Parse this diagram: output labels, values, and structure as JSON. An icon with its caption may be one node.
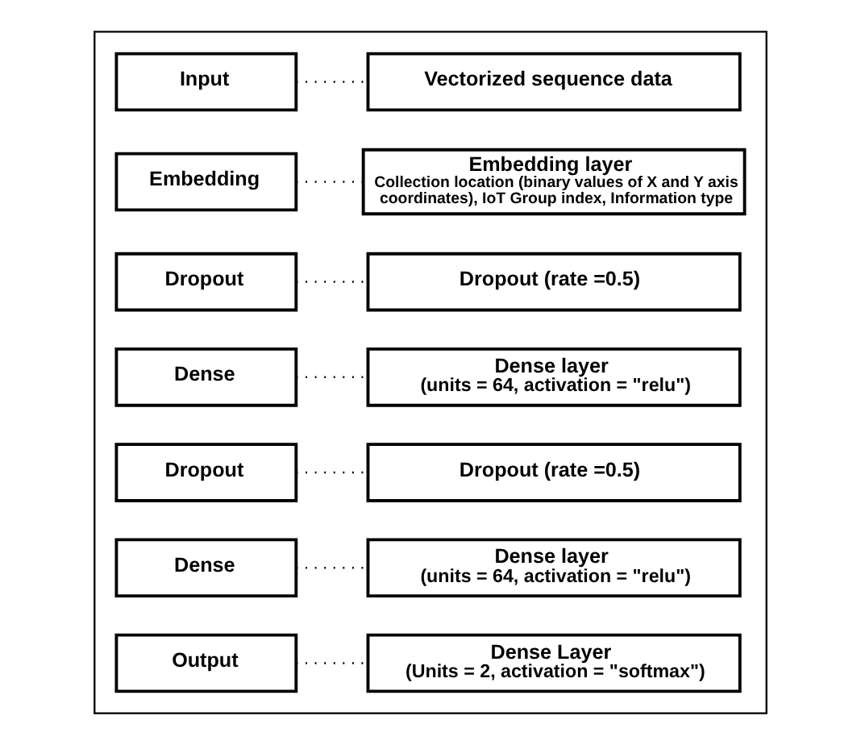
{
  "diagram": {
    "nodes": [
      {
        "text": [],
        "shape": "box"
      },
      {
        "text": [
          "Input"
        ],
        "in": 0
      },
      {
        "text": [
          "Vectorized sequence data"
        ],
        "in": 0
      },
      {
        "text": [
          "Embedding"
        ],
        "in": 0
      },
      {
        "text": [
          "Embedding layer",
          "Collection location (binary values of X and Y axis coordinates), IoT Group index, Information type"
        ],
        "in": 0
      },
      {
        "text": [
          "Dropout"
        ],
        "in": 0
      },
      {
        "text": [
          "Dropout (rate =0.5)"
        ],
        "in": 0
      },
      {
        "text": [
          "Dense"
        ],
        "in": 0
      },
      {
        "text": [
          "Dense layer",
          "(units = 64, activation = \"relu\")"
        ],
        "in": 0
      },
      {
        "text": [
          "Dropout"
        ],
        "in": 0
      },
      {
        "text": [
          "Dropout (rate =0.5)"
        ],
        "in": 0
      },
      {
        "text": [
          "Dense"
        ],
        "in": 0
      },
      {
        "text": [
          "Dense layer",
          "(units = 64, activation = \"relu\")"
        ],
        "in": 0
      },
      {
        "text": [
          "Output"
        ],
        "in": 0
      },
      {
        "text": [
          "Dense Layer",
          "(Units = 2, activation = \"softmax\")"
        ],
        "in": 0
      }
    ],
    "edges": [
      {
        "from": 1,
        "to": 2,
        "arrow": "none",
        "style": "dashed"
      },
      {
        "from": 3,
        "to": 4,
        "arrow": "none",
        "style": "dashed"
      },
      {
        "from": 5,
        "to": 6,
        "arrow": "none",
        "style": "dashed"
      },
      {
        "from": 7,
        "to": 8,
        "arrow": "none",
        "style": "dashed"
      },
      {
        "from": 9,
        "to": 10,
        "arrow": "none",
        "style": "dashed"
      },
      {
        "from": 11,
        "to": 12,
        "arrow": "none",
        "style": "dashed"
      },
      {
        "from": 13,
        "to": 14,
        "arrow": "none",
        "style": "dashed"
      }
    ]
  }
}
